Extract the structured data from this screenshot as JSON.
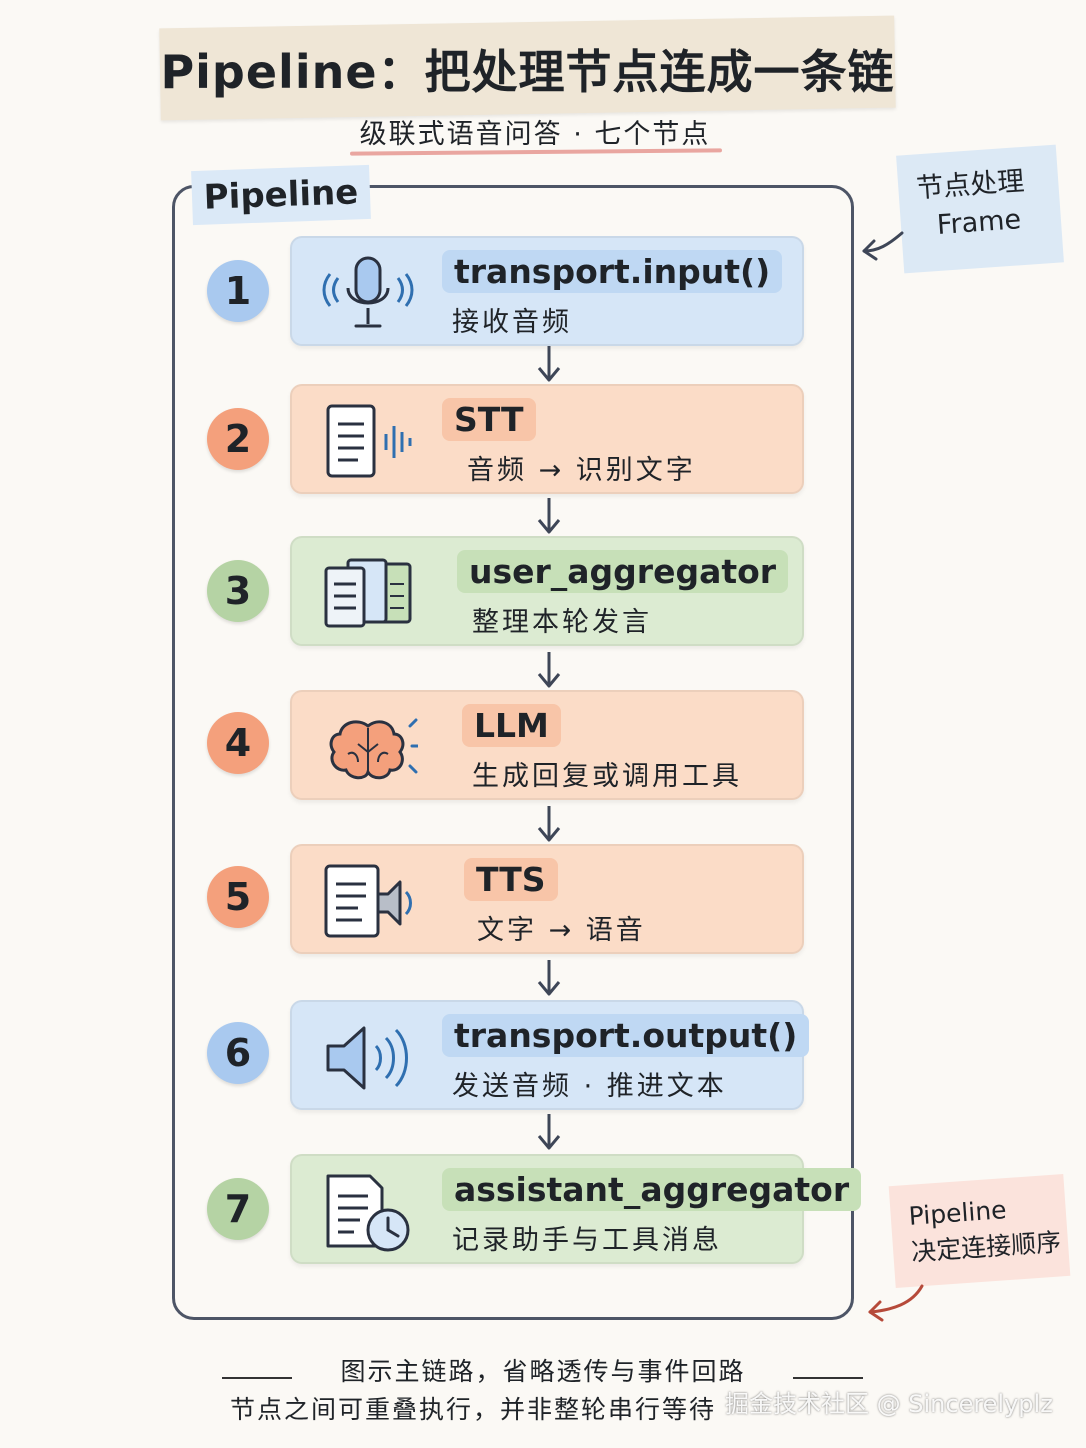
{
  "title": "Pipeline：把处理节点连成一条链",
  "subtitle": "级联式语音问答 · 七个节点",
  "frame_label": "Pipeline",
  "note_frame": [
    "节点处理",
    "Frame"
  ],
  "note_order": [
    "Pipeline",
    "决定连接顺序"
  ],
  "steps": [
    {
      "number": "1",
      "name": "transport.input()",
      "desc": "接收音频",
      "color": "blue",
      "icon": "microphone-icon"
    },
    {
      "number": "2",
      "name": "STT",
      "desc": "音频 → 识别文字",
      "color": "orange",
      "icon": "speech-to-text-icon"
    },
    {
      "number": "3",
      "name": "user_aggregator",
      "desc": "整理本轮发言",
      "color": "green",
      "icon": "documents-icon"
    },
    {
      "number": "4",
      "name": "LLM",
      "desc": "生成回复或调用工具",
      "color": "orange",
      "icon": "brain-icon"
    },
    {
      "number": "5",
      "name": "TTS",
      "desc": "文字 → 语音",
      "color": "orange",
      "icon": "text-to-speech-icon"
    },
    {
      "number": "6",
      "name": "transport.output()",
      "desc": "发送音频 · 推进文本",
      "color": "blue",
      "icon": "speaker-icon"
    },
    {
      "number": "7",
      "name": "assistant_aggregator",
      "desc": "记录助手与工具消息",
      "color": "green",
      "icon": "document-clock-icon"
    }
  ],
  "footer": [
    "图示主链路，省略透传与事件回路",
    "节点之间可重叠执行，并非整轮串行等待"
  ],
  "watermark": "掘金技术社区 @ Sincerelyplz"
}
